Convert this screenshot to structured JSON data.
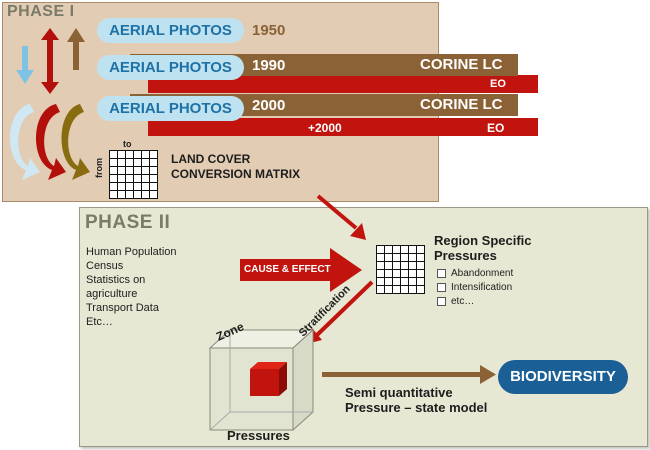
{
  "phase1": {
    "title": "PHASE I",
    "rows": [
      {
        "pill": "AERIAL PHOTOS",
        "year": "1950"
      },
      {
        "pill": "AERIAL PHOTOS",
        "year": "1990",
        "corine": "CORINE LC",
        "eo": "EO"
      },
      {
        "pill": "AERIAL PHOTOS",
        "year": "2000",
        "corine": "CORINE LC",
        "eo": "EO",
        "eo_year": "+2000"
      }
    ],
    "matrix": {
      "to_label": "to",
      "from_label": "from",
      "title_line1": "LAND COVER",
      "title_line2": "CONVERSION MATRIX"
    }
  },
  "phase2": {
    "title": "PHASE II",
    "data_sources": [
      "Human Population",
      "Census",
      "Statistics on",
      "agriculture",
      "Transport Data",
      "Etc…"
    ],
    "cause_effect": "CAUSE & EFFECT",
    "region": {
      "title_line1": "Region Specific",
      "title_line2": "Pressures",
      "items": [
        "Abandonment",
        "Intensification",
        "etc…"
      ]
    },
    "stratification": "Stratification",
    "zone": "Zone",
    "pressures": "Pressures",
    "model_line1": "Semi quantitative",
    "model_line2": "Pressure – state model",
    "biodiversity": "BIODIVERSITY"
  },
  "colors": {
    "phase1_bg": "#e2cdb4",
    "phase2_bg": "#e7e8d4",
    "brown": "#8a6236",
    "red": "#c1140e",
    "pill_bg": "#bfe2f1",
    "pill_text": "#1f72a6",
    "biodiversity_bg": "#1a5f96"
  }
}
